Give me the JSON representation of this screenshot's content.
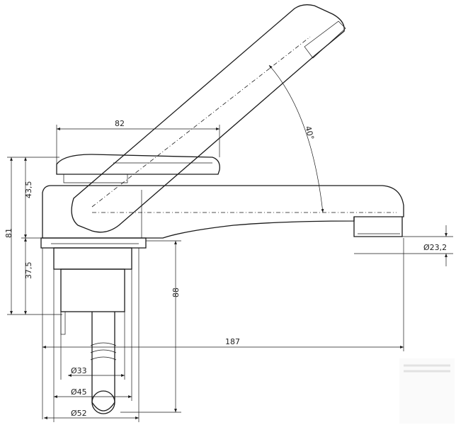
{
  "diagram": {
    "dimensions": {
      "top_width": "82",
      "angle": "40°",
      "height_upper": "43,5",
      "height_total": "81",
      "height_lower": "37,5",
      "depth": "88",
      "length": "187",
      "spout_dia": "Ø23,2",
      "dia_33": "Ø33",
      "dia_45": "Ø45",
      "dia_52": "Ø52"
    },
    "colors": {
      "line": "#1a1a1a",
      "background": "#ffffff"
    }
  }
}
